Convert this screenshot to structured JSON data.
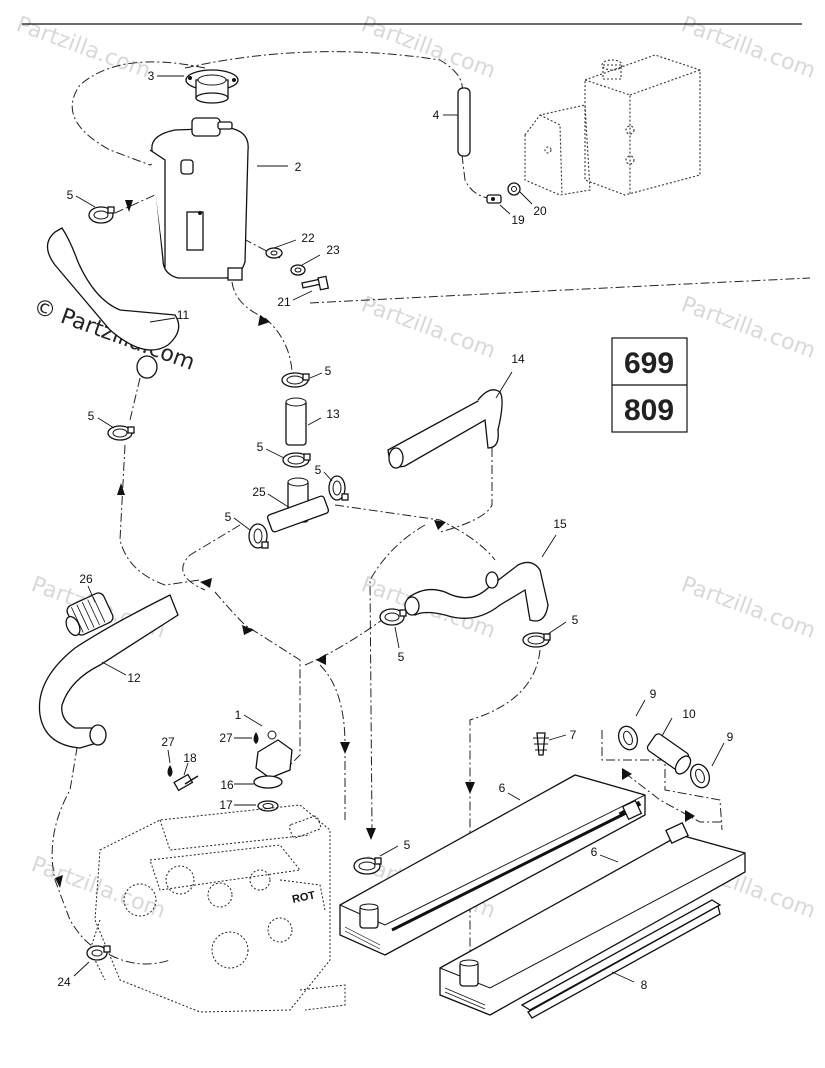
{
  "callouts": [
    "1",
    "2",
    "3",
    "4",
    "5",
    "6",
    "7",
    "8",
    "9",
    "10",
    "11",
    "12",
    "13",
    "14",
    "15",
    "16",
    "17",
    "18",
    "19",
    "20",
    "21",
    "22",
    "23",
    "24",
    "25",
    "26",
    "27"
  ],
  "version_box": {
    "top": "699",
    "bottom": "809"
  },
  "watermark": {
    "text": "Partzilla.com",
    "main": "© Partzilla.com"
  },
  "engine_label": "ROT"
}
